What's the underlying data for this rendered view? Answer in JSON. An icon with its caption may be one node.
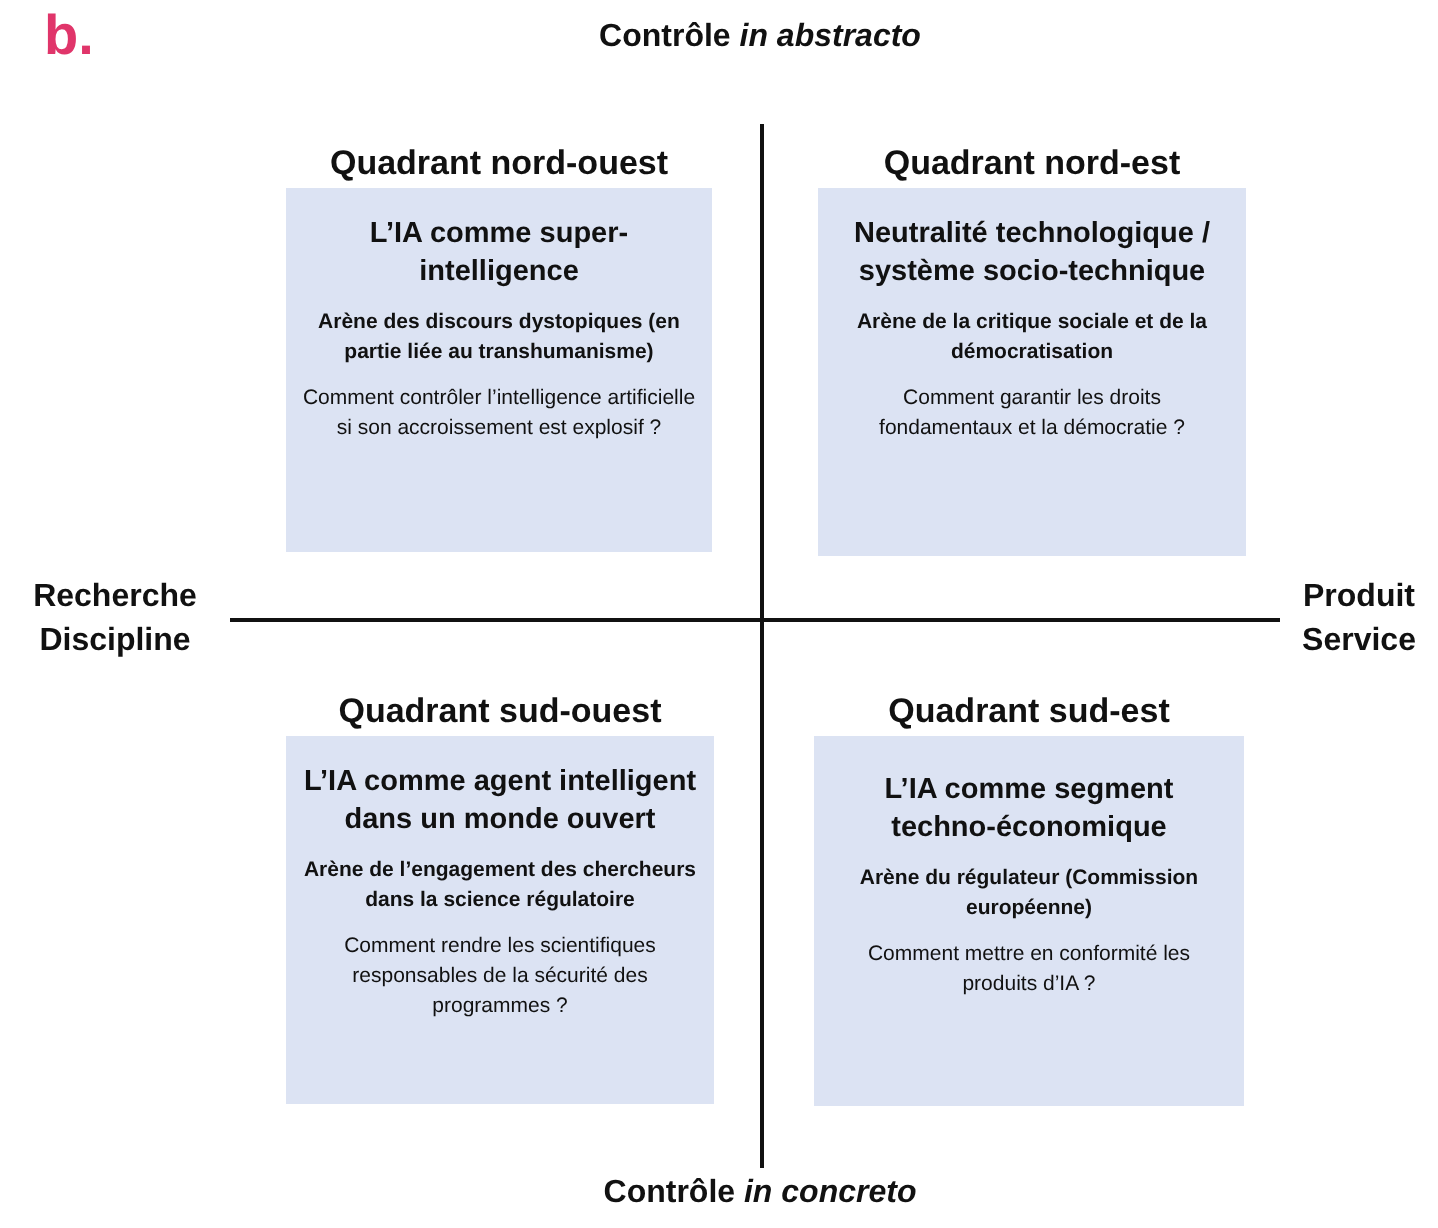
{
  "diagram": {
    "nodes": [
      {
        "text": [
          "Quadrant nord-ouest",
          "L’IA comme super-intelligence",
          "Arène des discours dystopiques (en partie liée au transhumanisme)",
          "Comment contrôler l’intelligence artificielle si son accroissement est explosif ?"
        ]
      },
      {
        "text": [
          "Quadrant nord-est",
          "Neutralité technologique / système socio-technique",
          "Arène de la critique sociale et de la démocratisation",
          "Comment garantir les droits fondamentaux et la démocratie ?"
        ]
      },
      {
        "text": [
          "Quadrant sud-ouest",
          "L’IA comme agent intelligent dans un monde ouvert",
          "Arène de l’engagement des chercheurs dans la science régulatoire",
          "Comment rendre les scientifiques responsables de la sécurité des programmes ?"
        ]
      },
      {
        "text": [
          "Quadrant sud-est",
          "L’IA comme segment techno-économique",
          "Arène du régulateur (Commission européenne)",
          "Comment mettre en conformité les produits d’IA ?"
        ]
      }
    ],
    "edges": [],
    "labels": [
      "b.",
      "Contrôle *in abstracto*",
      "Recherche Discipline",
      "Produit Service",
      "Contrôle *in concreto*"
    ]
  }
}
